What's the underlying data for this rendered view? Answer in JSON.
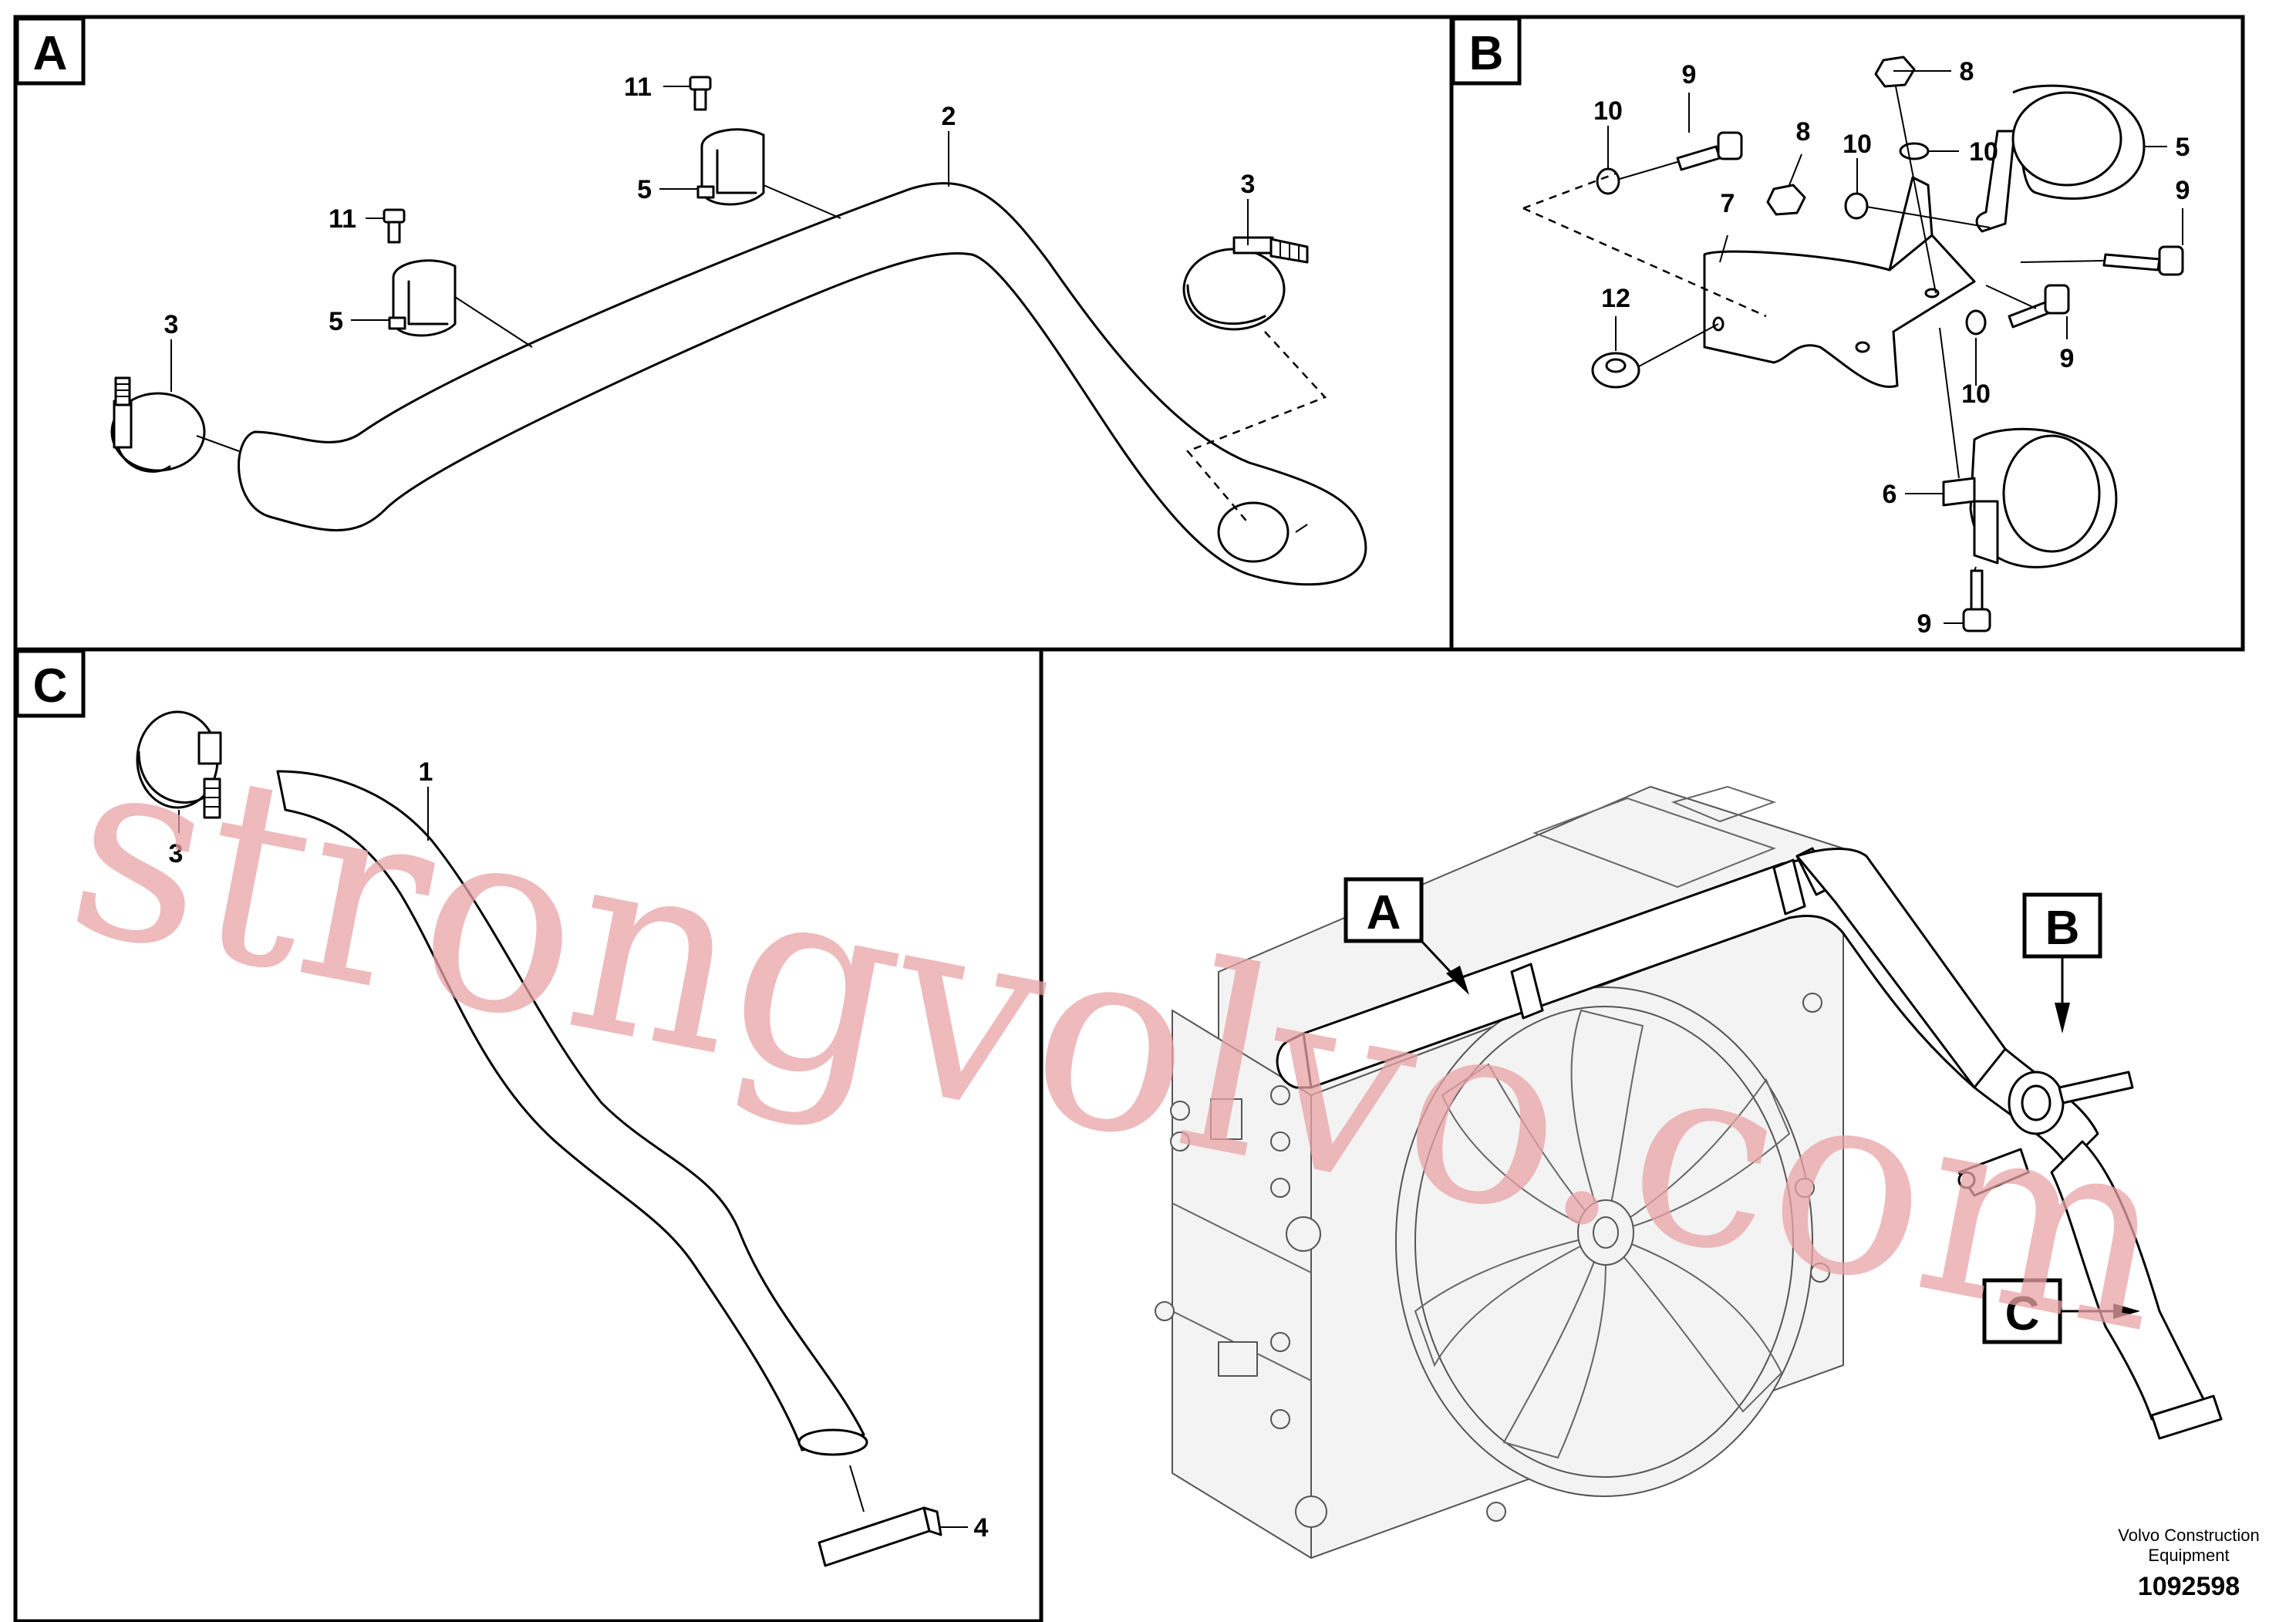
{
  "sections": {
    "a": "A",
    "b": "B",
    "c": "C"
  },
  "callouts": {
    "a_1": "A",
    "b_1": "B",
    "c_1": "C"
  },
  "labels": {
    "a_11_right": "11",
    "a_5_right": "5",
    "a_11_left": "11",
    "a_5_left": "5",
    "a_3_left": "3",
    "a_2": "2",
    "a_3_right": "3",
    "b_10_left": "10",
    "b_9_top": "9",
    "b_8_top": "8",
    "b_8_left": "8",
    "b_10_mid": "10",
    "b_10_right": "10",
    "b_5": "5",
    "b_9_right": "9",
    "b_7": "7",
    "b_12": "12",
    "b_9_mid": "9",
    "b_10_low": "10",
    "b_6": "6",
    "b_9_bottom": "9",
    "c_1": "1",
    "c_3": "3",
    "c_4": "4"
  },
  "watermark": "strongvolvo.com",
  "footer": {
    "company_line1": "Volvo Construction",
    "company_line2": "Equipment",
    "drawing_number": "1092598"
  }
}
